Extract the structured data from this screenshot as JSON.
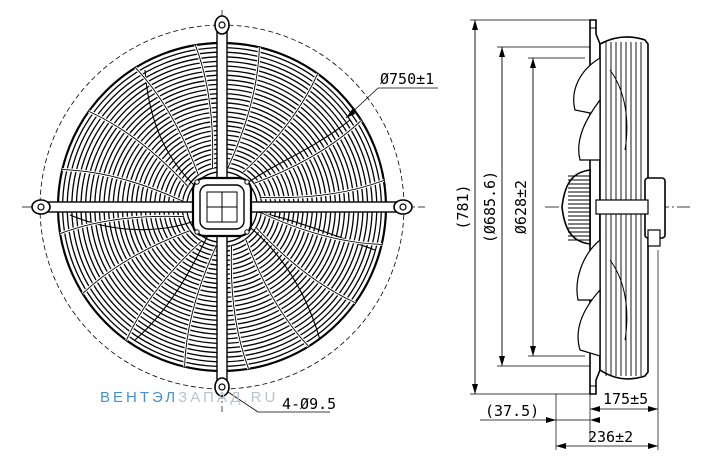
{
  "dimensions": {
    "outer_diameter": "Ø750±1",
    "mounting_holes": "4-Ø9.5",
    "overall_height": "(781)",
    "guard_diameter": "(Ø685.6)",
    "blade_diameter": "Ø628±2",
    "depth_front": "(37.5)",
    "depth_motor": "175±5",
    "depth_total": "236±2"
  },
  "watermark": {
    "primary": "ВЕНТЭЛ",
    "secondary": "ЗАПАД",
    "tail": ".RU"
  },
  "colors": {
    "line": "#000000",
    "watermark_primary": "#4a90c8",
    "watermark_secondary": "#b8c4cc"
  }
}
